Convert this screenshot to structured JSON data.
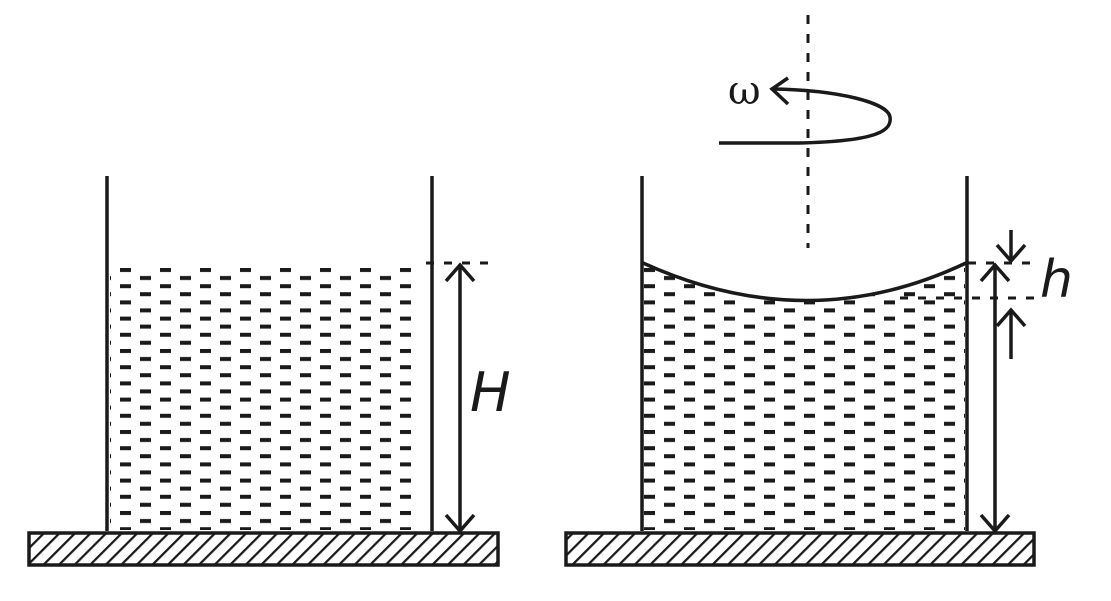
{
  "diagram": {
    "title": "Liquid in cylindrical vessel: at rest vs. rotating about vertical axis",
    "colors": {
      "ink": "#1a1a1a",
      "background": "#ffffff"
    },
    "left_vessel": {
      "state": "at rest",
      "height_label": "H",
      "surface": "flat"
    },
    "right_vessel": {
      "state": "rotating",
      "angular_velocity_label": "ω",
      "depression_label": "h",
      "surface": "paraboloid (concave)",
      "axis": "dashed vertical rotation axis"
    },
    "base": {
      "pattern": "hatched"
    }
  }
}
